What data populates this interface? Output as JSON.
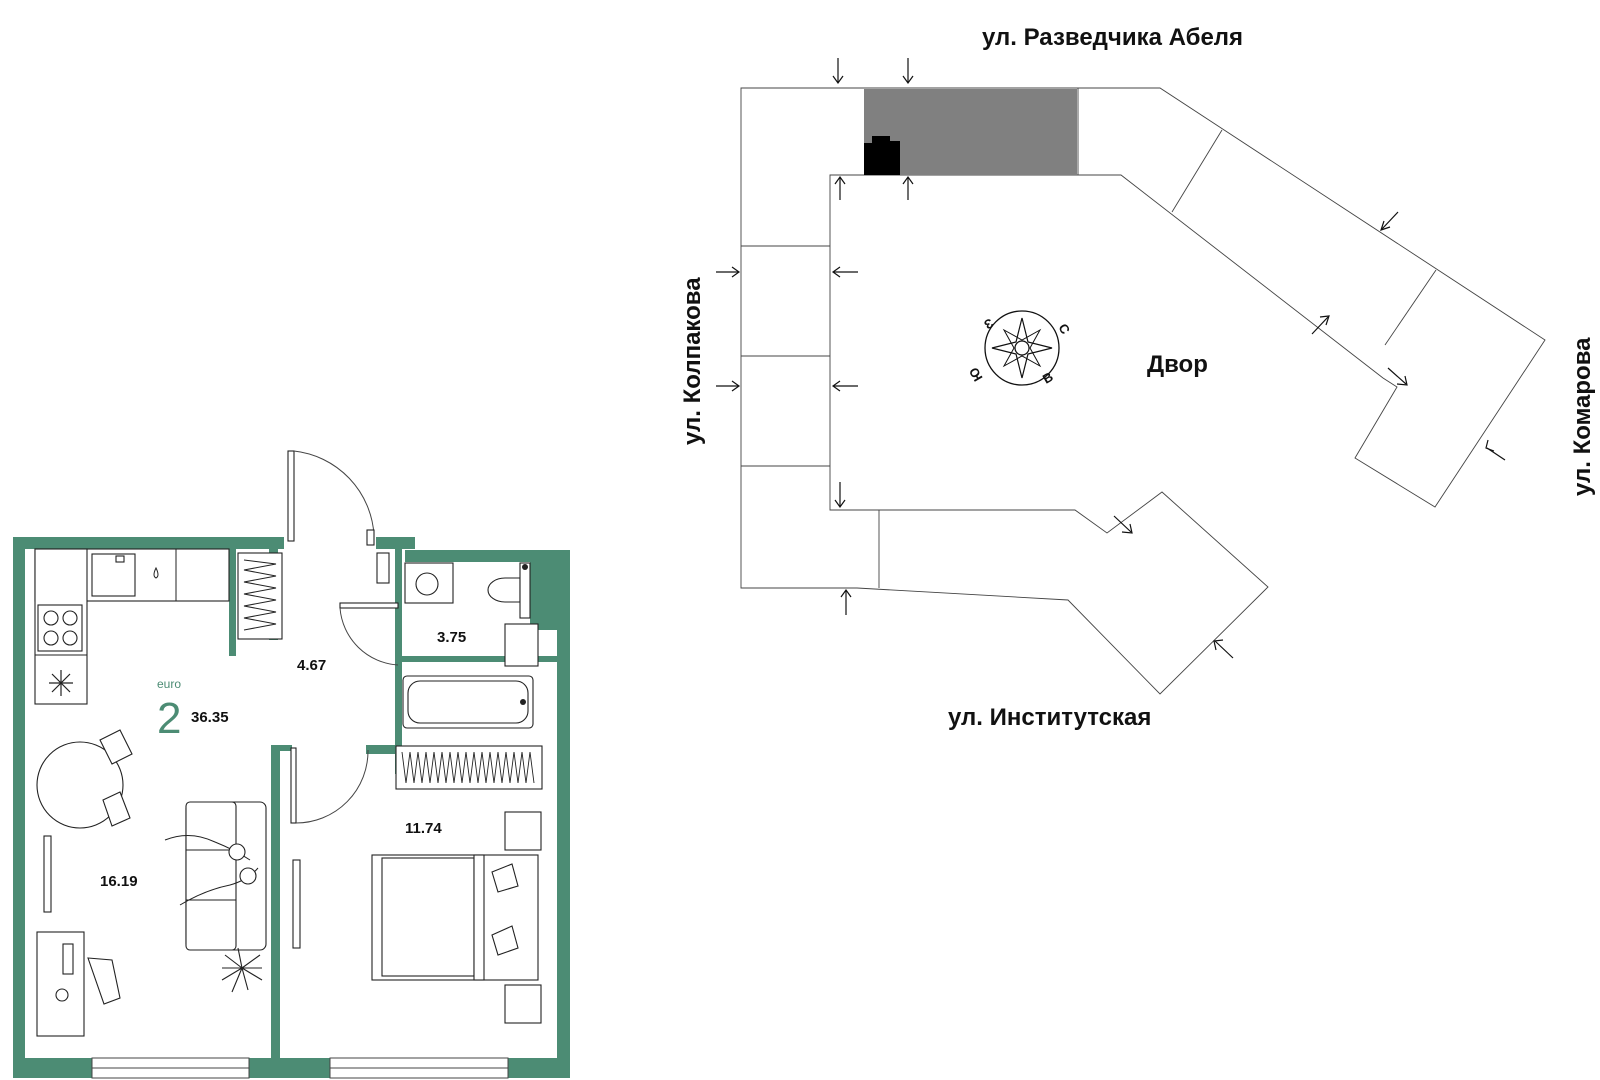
{
  "colors": {
    "wall": "#4c8c74",
    "apartment_highlight": "#808080",
    "apartment_marker": "#000000",
    "text": "#111111"
  },
  "apartment": {
    "type_label": "euro",
    "rooms": "2",
    "total_area": "36.35",
    "rooms_areas": {
      "living_kitchen": "16.19",
      "hall": "4.67",
      "bathroom": "3.75",
      "bedroom": "11.74"
    }
  },
  "site_plan": {
    "yard_label": "Двор",
    "streets": {
      "north": "ул. Разведчика Абеля",
      "west": "ул. Колпакова",
      "east": "ул. Комарова",
      "south": "ул. Институтская"
    },
    "compass": {
      "north": "С",
      "east": "В",
      "south": "Ю",
      "west": "З"
    }
  }
}
